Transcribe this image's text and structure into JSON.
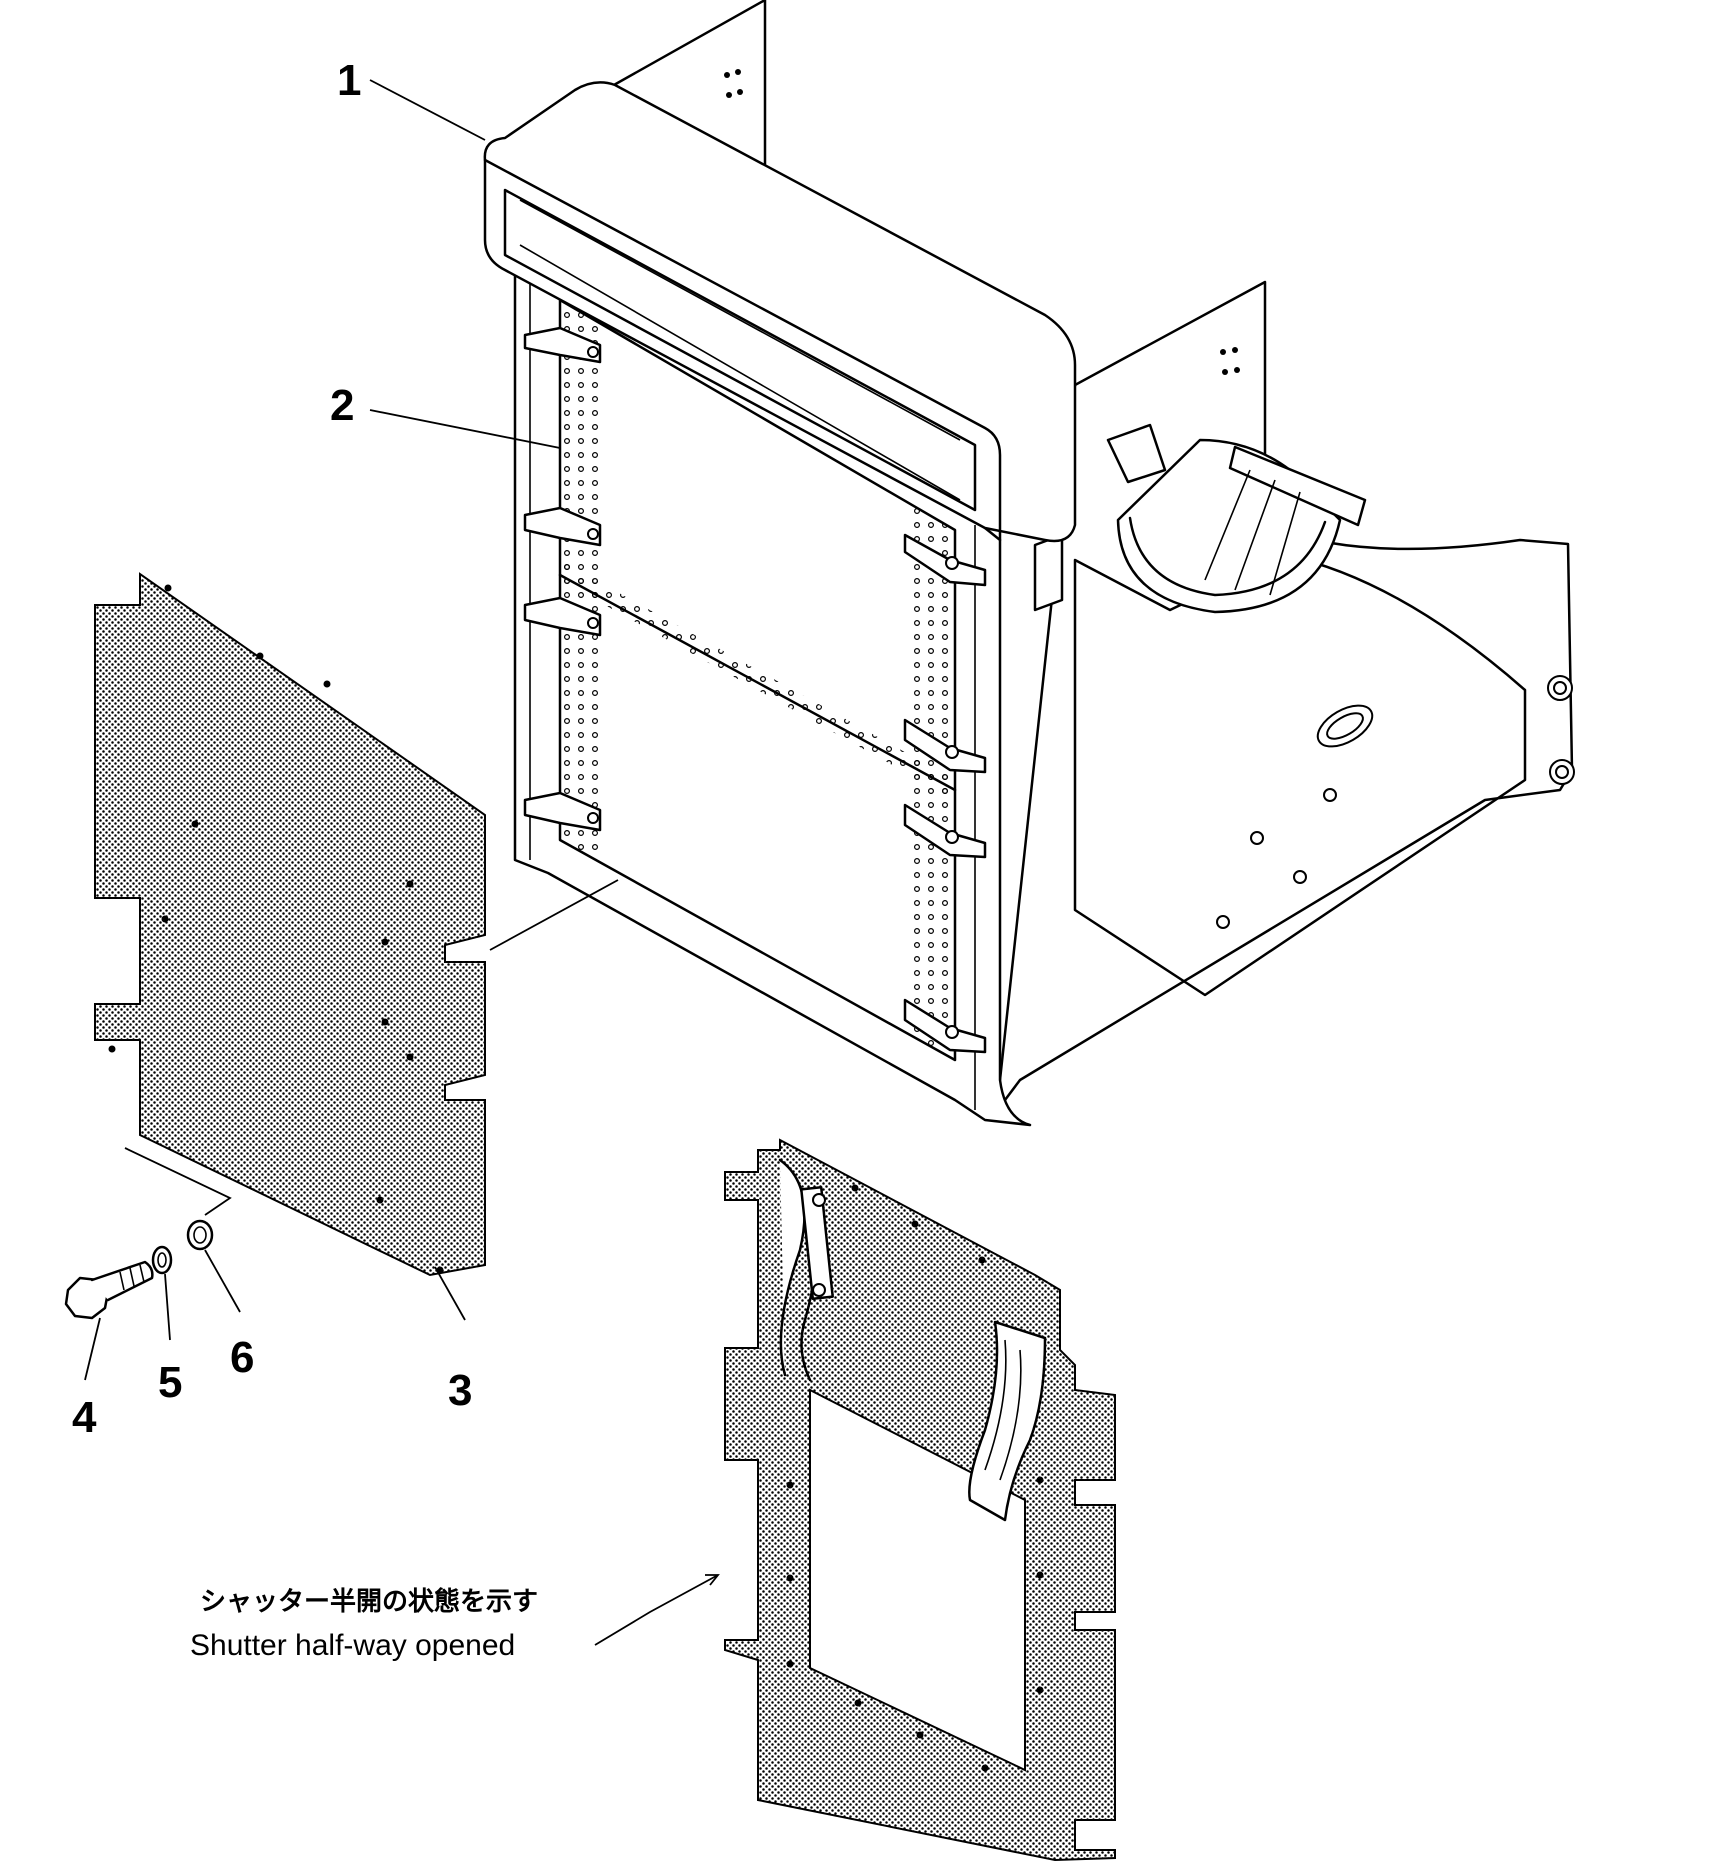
{
  "callouts": {
    "c1": "1",
    "c2": "2",
    "c3": "3",
    "c4": "4",
    "c5": "5",
    "c6": "6"
  },
  "note": {
    "japanese": "シャッター半開の状態を示す",
    "english": "Shutter half-way opened"
  }
}
